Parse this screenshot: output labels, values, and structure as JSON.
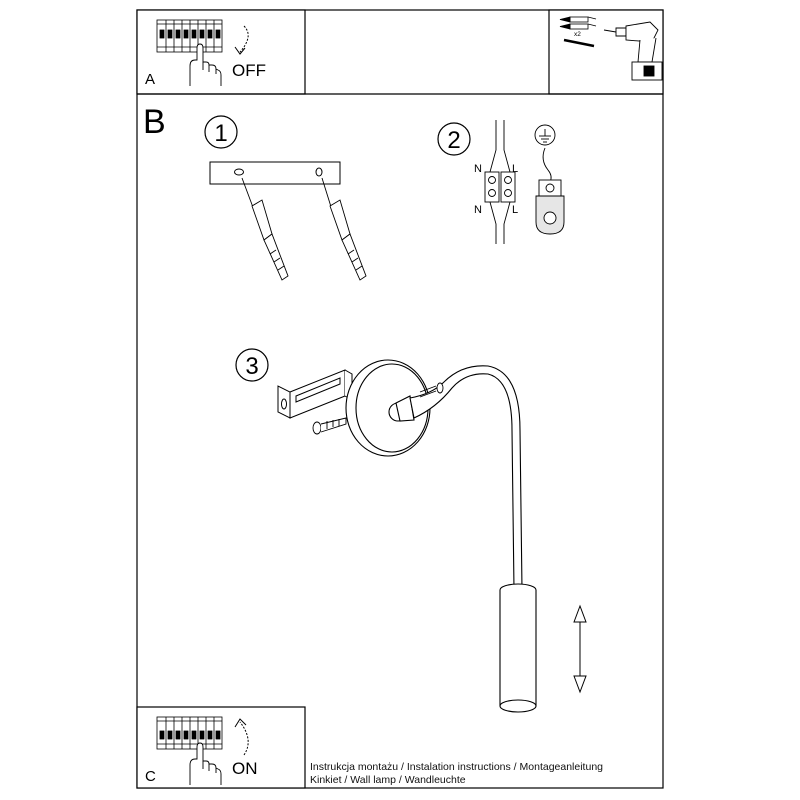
{
  "panels": {
    "a": {
      "letter": "A",
      "switch_label": "OFF"
    },
    "b": {
      "letter": "B"
    },
    "c": {
      "letter": "C",
      "switch_label": "ON"
    }
  },
  "tools": {
    "anchor_count": "x2"
  },
  "steps": [
    {
      "number": "1"
    },
    {
      "number": "2"
    },
    {
      "number": "3"
    }
  ],
  "wiring": {
    "top_left": "N",
    "top_right": "L",
    "bottom_left": "N",
    "bottom_right": "L"
  },
  "footer": {
    "line1": "Instrukcja montażu / Instalation instructions / Montageanleitung",
    "line2": "Kinkiet  / Wall lamp / Wandleuchte"
  }
}
